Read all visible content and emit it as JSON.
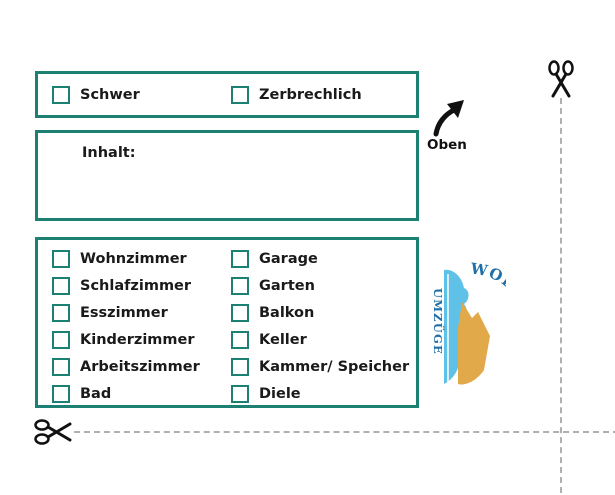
{
  "flags": [
    {
      "label": "Schwer"
    },
    {
      "label": "Zerbrechlich"
    }
  ],
  "contents": {
    "label": "Inhalt:"
  },
  "orientation": {
    "label": "Oben"
  },
  "rooms_left": [
    {
      "label": "Wohnzimmer"
    },
    {
      "label": "Schlafzimmer"
    },
    {
      "label": "Esszimmer"
    },
    {
      "label": "Kinderzimmer"
    },
    {
      "label": "Arbeitszimmer"
    },
    {
      "label": "Bad"
    }
  ],
  "rooms_right": [
    {
      "label": "Garage"
    },
    {
      "label": "Garten"
    },
    {
      "label": "Balkon"
    },
    {
      "label": "Keller"
    },
    {
      "label": "Kammer/ Speicher"
    },
    {
      "label": "Diele"
    }
  ],
  "logo": {
    "line1": "WOLKENBERG",
    "line2": "UMZÜGE"
  },
  "colors": {
    "accent": "#1c8073",
    "logo_blue": "#5fc0e8",
    "logo_orange": "#e2a94a",
    "logo_text": "#1f6fa8"
  }
}
